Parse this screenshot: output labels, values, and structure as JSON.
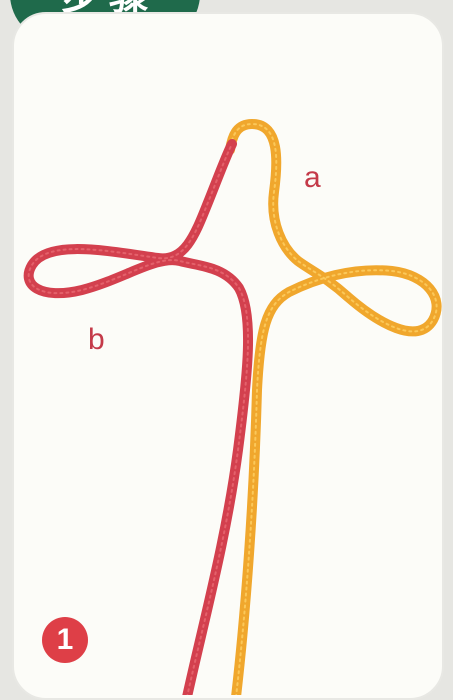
{
  "title": "步骤",
  "step_number": "1",
  "cord_labels": {
    "a": "a",
    "b": "b"
  },
  "colors": {
    "badge_green": "#1f6a4b",
    "cord_red": "#d3404e",
    "cord_orange": "#f0a72d",
    "step_red": "#de3f47",
    "label_red": "#c43a49"
  }
}
